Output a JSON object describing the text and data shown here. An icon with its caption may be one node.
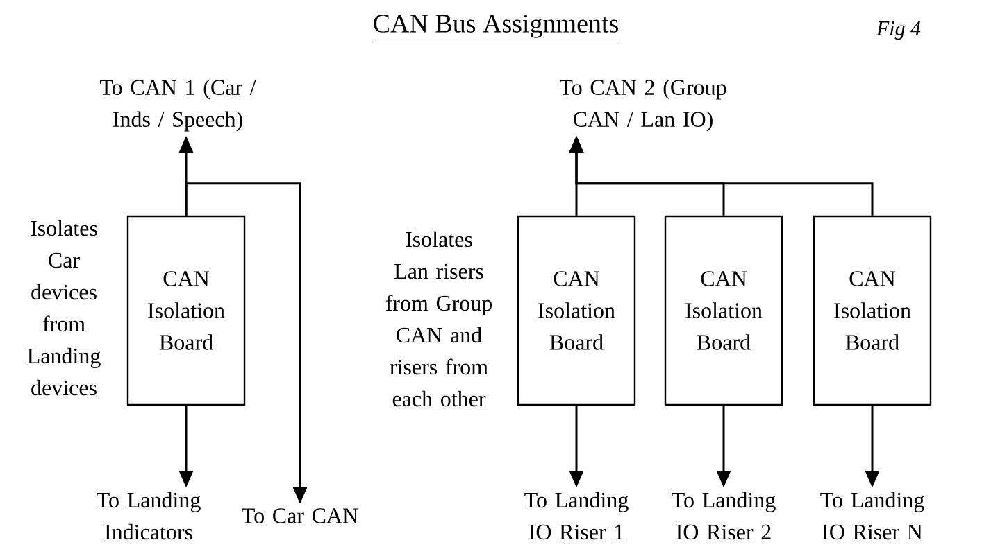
{
  "diagram": {
    "title": "CAN Bus Assignments",
    "nodes": [
      {
        "text": [
          "To CAN 1 (Car / Inds / Speech)"
        ]
      },
      {
        "text": [
          "CAN Isolation Board"
        ],
        "beside": [
          "Isolates Car devices from Landing devices"
        ]
      },
      {
        "text": [
          "To Landing Indicators"
        ]
      },
      {
        "text": [
          "To Car CAN"
        ]
      },
      {
        "text": [
          "To CAN 2 (Group CAN / Lan IO)"
        ]
      },
      {
        "text": [
          "CAN Isolation Board"
        ],
        "beside": [
          "Isolates Lan risers from Group CAN and risers from each other"
        ]
      },
      {
        "text": [
          "CAN Isolation Board"
        ]
      },
      {
        "text": [
          "CAN Isolation Board"
        ]
      },
      {
        "text": [
          "To Landing IO Riser 1"
        ]
      },
      {
        "text": [
          "To Landing IO Riser 2"
        ]
      },
      {
        "text": [
          "To Landing IO Riser N"
        ]
      }
    ],
    "edges": [
      {
        "from": 1,
        "to": 0,
        "arrow": "to"
      },
      {
        "from": 1,
        "to": 3,
        "arrow": "to"
      },
      {
        "from": 1,
        "to": 2,
        "arrow": "to"
      },
      {
        "from": 5,
        "to": 4,
        "arrow": "to"
      },
      {
        "from": 6,
        "to": 4,
        "arrow": "to"
      },
      {
        "from": 7,
        "to": 4,
        "arrow": "to"
      },
      {
        "from": 5,
        "to": 8,
        "arrow": "to"
      },
      {
        "from": 6,
        "to": 9,
        "arrow": "to"
      },
      {
        "from": 7,
        "to": 10,
        "arrow": "to"
      }
    ],
    "labels": [
      "Fig 4"
    ]
  }
}
